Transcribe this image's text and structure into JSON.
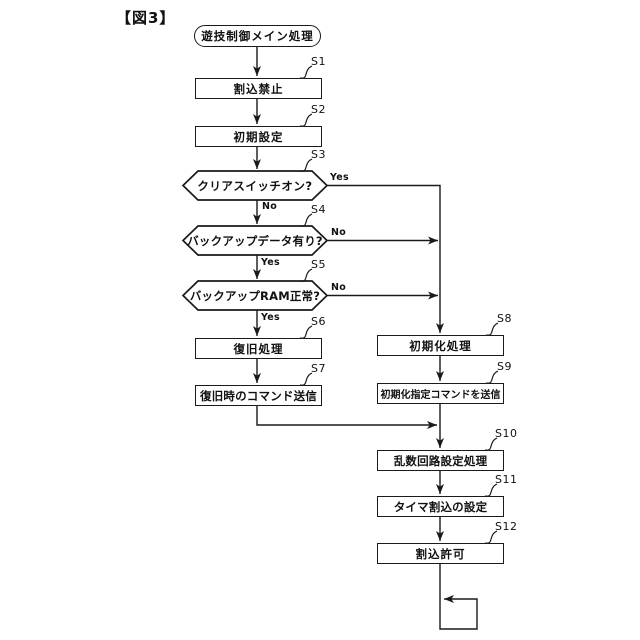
{
  "title": "【図3】",
  "nodes": {
    "start": {
      "label": "遊技制御メイン処理"
    },
    "s1": {
      "step": "S1",
      "label": "割込禁止"
    },
    "s2": {
      "step": "S2",
      "label": "初期設定"
    },
    "s3": {
      "step": "S3",
      "label": "クリアスイッチオン?",
      "yes": "Yes",
      "no": "No"
    },
    "s4": {
      "step": "S4",
      "label": "バックアップデータ有り?",
      "yes": "Yes",
      "no": "No"
    },
    "s5": {
      "step": "S5",
      "label": "バックアップRAM正常?",
      "yes": "Yes",
      "no": "No"
    },
    "s6": {
      "step": "S6",
      "label": "復旧処理"
    },
    "s7": {
      "step": "S7",
      "label": "復旧時のコマンド送信"
    },
    "s8": {
      "step": "S8",
      "label": "初期化処理"
    },
    "s9": {
      "step": "S9",
      "label": "初期化指定コマンドを送信"
    },
    "s10": {
      "step": "S10",
      "label": "乱数回路設定処理"
    },
    "s11": {
      "step": "S11",
      "label": "タイマ割込の設定"
    },
    "s12": {
      "step": "S12",
      "label": "割込許可"
    }
  },
  "colors": {
    "ink": "#1a1a1a",
    "background": "#ffffff"
  }
}
